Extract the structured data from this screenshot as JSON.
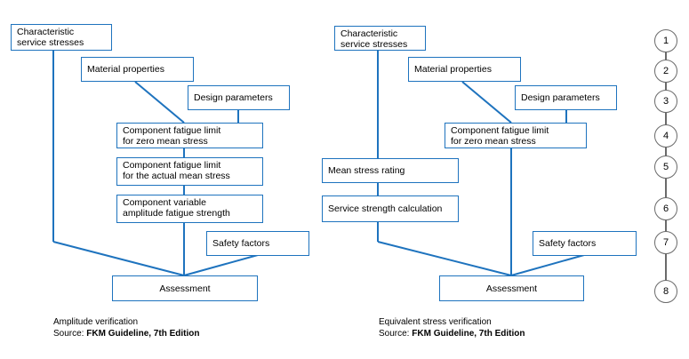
{
  "left": {
    "characteristic": [
      "Characteristic",
      "service stresses"
    ],
    "material": "Material properties",
    "design": "Design parameters",
    "fatigue_zero": [
      "Component fatigue limit",
      "for zero mean stress"
    ],
    "fatigue_actual": [
      "Component fatigue limit",
      "for the actual mean stress"
    ],
    "variable": [
      "Component variable",
      "amplitude fatigue strength"
    ],
    "safety": "Safety factors",
    "assessment": "Assessment",
    "caption_line1": "Amplitude verification",
    "caption_source_prefix": "Source: ",
    "caption_source_bold": "FKM Guideline, 7th Edition"
  },
  "right": {
    "characteristic": [
      "Characteristic",
      "service stresses"
    ],
    "material": "Material properties",
    "design": "Design parameters",
    "fatigue_zero": [
      "Component fatigue limit",
      "for zero mean stress"
    ],
    "mean_stress": "Mean stress rating",
    "service_strength": "Service strength calculation",
    "safety": "Safety factors",
    "assessment": "Assessment",
    "caption_line1": "Equivalent stress verification",
    "caption_source_prefix": "Source: ",
    "caption_source_bold": "FKM Guideline, 7th Edition"
  },
  "steps": [
    "1",
    "2",
    "3",
    "4",
    "5",
    "6",
    "7",
    "8"
  ]
}
